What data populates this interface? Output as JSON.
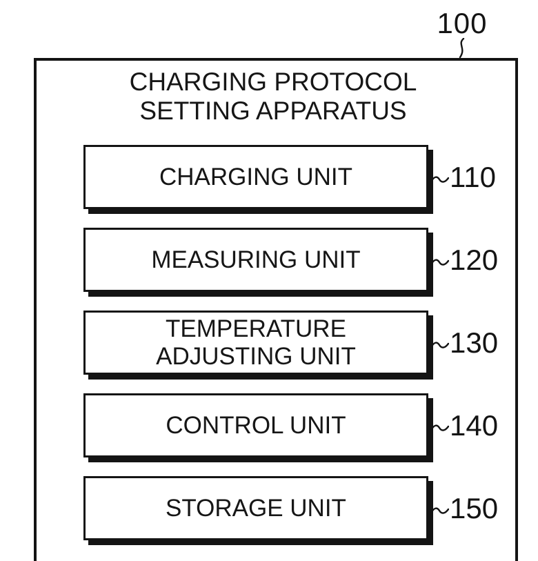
{
  "figure": {
    "ref_number": "100",
    "title_line1": "CHARGING PROTOCOL",
    "title_line2": "SETTING APPARATUS",
    "blocks": [
      {
        "label": "CHARGING UNIT",
        "ref": "110"
      },
      {
        "label": "MEASURING UNIT",
        "ref": "120"
      },
      {
        "label": "TEMPERATURE\nADJUSTING UNIT",
        "ref": "130"
      },
      {
        "label": "CONTROL UNIT",
        "ref": "140"
      },
      {
        "label": "STORAGE UNIT",
        "ref": "150"
      }
    ],
    "colors": {
      "ink": "#141414",
      "background": "#ffffff"
    }
  }
}
